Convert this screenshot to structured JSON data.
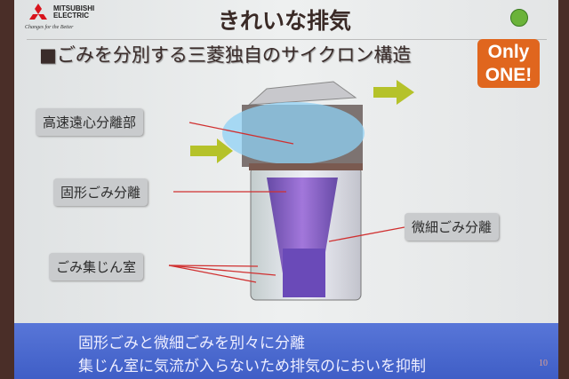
{
  "brand": {
    "name": "MITSUBISHI ELECTRIC",
    "tagline": "Changes for the Better",
    "red": "#d8141c"
  },
  "title": "きれいな排気",
  "subtitle": "■ごみを分別する三菱独自のサイクロン構造",
  "badge": {
    "line1": "Only",
    "line2": "ONE!",
    "color": "#e0661e"
  },
  "labels": {
    "high_speed": "高速遠心分離部",
    "solid": "固形ごみ分離",
    "chamber": "ごみ集じん室",
    "fine": "微細ごみ分離"
  },
  "footer": {
    "line1": "固形ごみと微細ごみを別々に分離",
    "line2": "集じん室に気流が入らないため排気のにおいを抑制",
    "page": "10"
  }
}
